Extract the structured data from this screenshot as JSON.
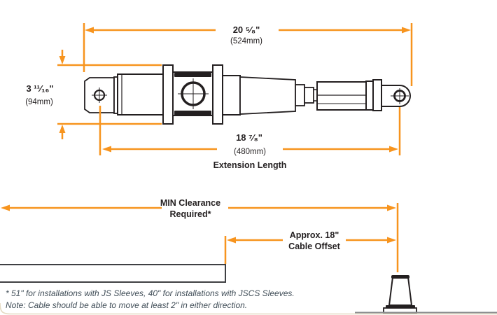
{
  "colors": {
    "accent_orange": "#F7941E",
    "drawing_ink": "#231F20",
    "note_text": "#414E58",
    "ground_line": "#8A8C8E",
    "card_border": "#E5DBC2"
  },
  "top_drawing": {
    "overall_length": {
      "imperial": "20 ⁵⁄₈\"",
      "metric": "(524mm)"
    },
    "body_height": {
      "imperial": "3 ¹¹⁄₁₆\"",
      "metric": "(94mm)"
    },
    "extension": {
      "imperial": "18 ⁷⁄₈\"",
      "metric": "(480mm)",
      "caption": "Extension Length"
    }
  },
  "clearance_diagram": {
    "min_clearance_line1": "MIN Clearance",
    "min_clearance_line2": "Required*",
    "cable_offset_line1": "Approx. 18\"",
    "cable_offset_line2": "Cable Offset"
  },
  "footnotes": {
    "asterisk_note": "* 51\" for installations with JS Sleeves, 40\" for installations with JSCS Sleeves.",
    "cable_note": "Note: Cable should be able to move at least 2\" in either direction."
  }
}
